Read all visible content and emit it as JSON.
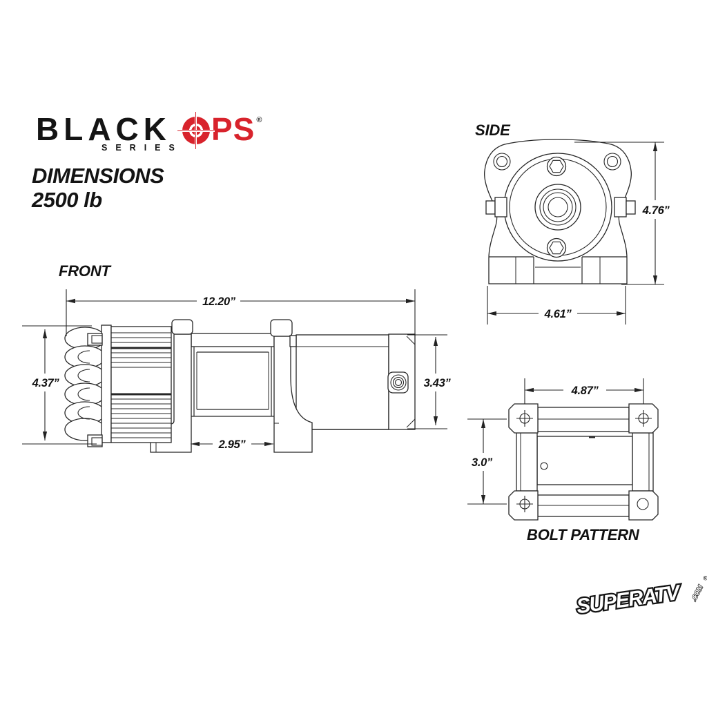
{
  "page": {
    "background": "#ffffff",
    "line_color": "#262626"
  },
  "brand": {
    "word_black": "BLACK",
    "ops_icon": "scope-reticle-o",
    "word_ops_rest": "PS",
    "registered_mark": "®",
    "series": "SERIES",
    "heading": "DIMENSIONS",
    "subheading": "2500 lb",
    "ops_color": "#d8232c"
  },
  "views": {
    "front": {
      "label": "FRONT",
      "dim_width": "12.20”",
      "dim_height_left": "4.37”",
      "dim_height_right": "3.43”",
      "dim_drum_width": "2.95”"
    },
    "side": {
      "label": "SIDE",
      "dim_height": "4.76”",
      "dim_width": "4.61”"
    },
    "bolt_pattern": {
      "label": "BOLT PATTERN",
      "dim_width": "4.87”",
      "dim_height": "3.0”"
    }
  },
  "watermark": {
    "brand": "SUPERATV",
    "tld": ".COM",
    "registered_mark": "®"
  }
}
